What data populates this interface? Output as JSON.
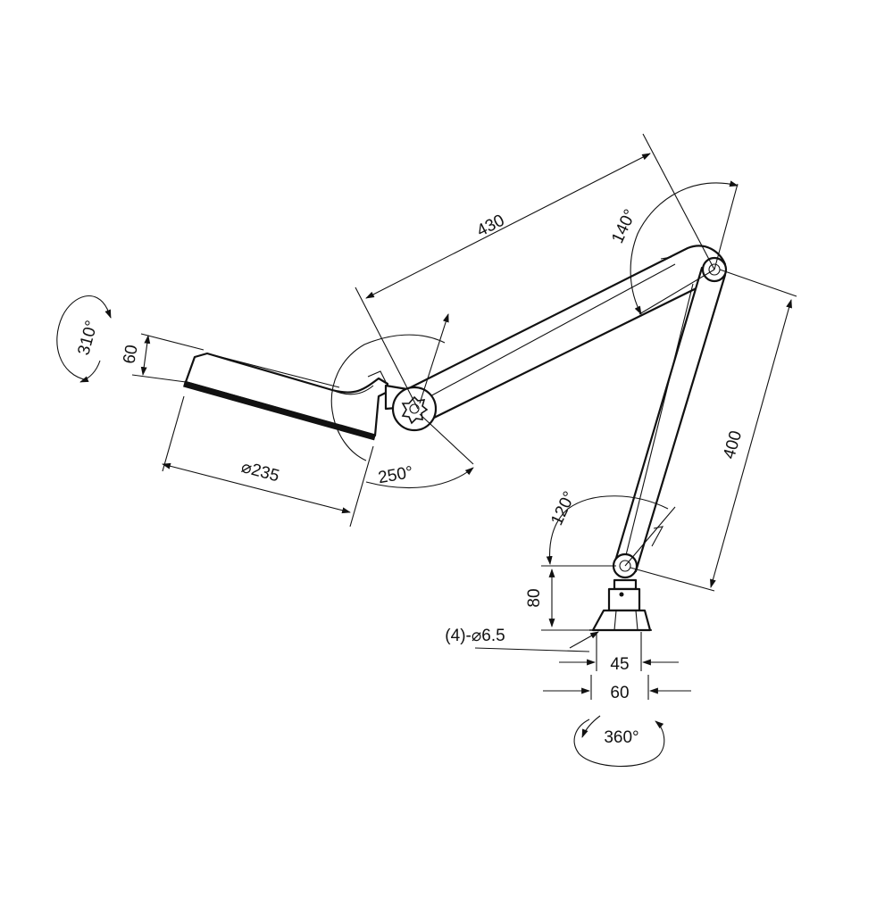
{
  "dimensions": {
    "upper_arm_length": "430",
    "lower_arm_length": "400",
    "lamp_head_diameter": "⌀235",
    "lamp_head_height": "60",
    "base_height": "80",
    "mount_holes": "(4)-⌀6.5",
    "base_inner_width": "45",
    "base_outer_width": "60"
  },
  "angles": {
    "head_rotation": "310°",
    "head_tilt": "250°",
    "elbow": "140°",
    "shoulder": "120°",
    "base_rotation": "360°"
  },
  "colors": {
    "line": "#111111",
    "background": "#ffffff"
  }
}
